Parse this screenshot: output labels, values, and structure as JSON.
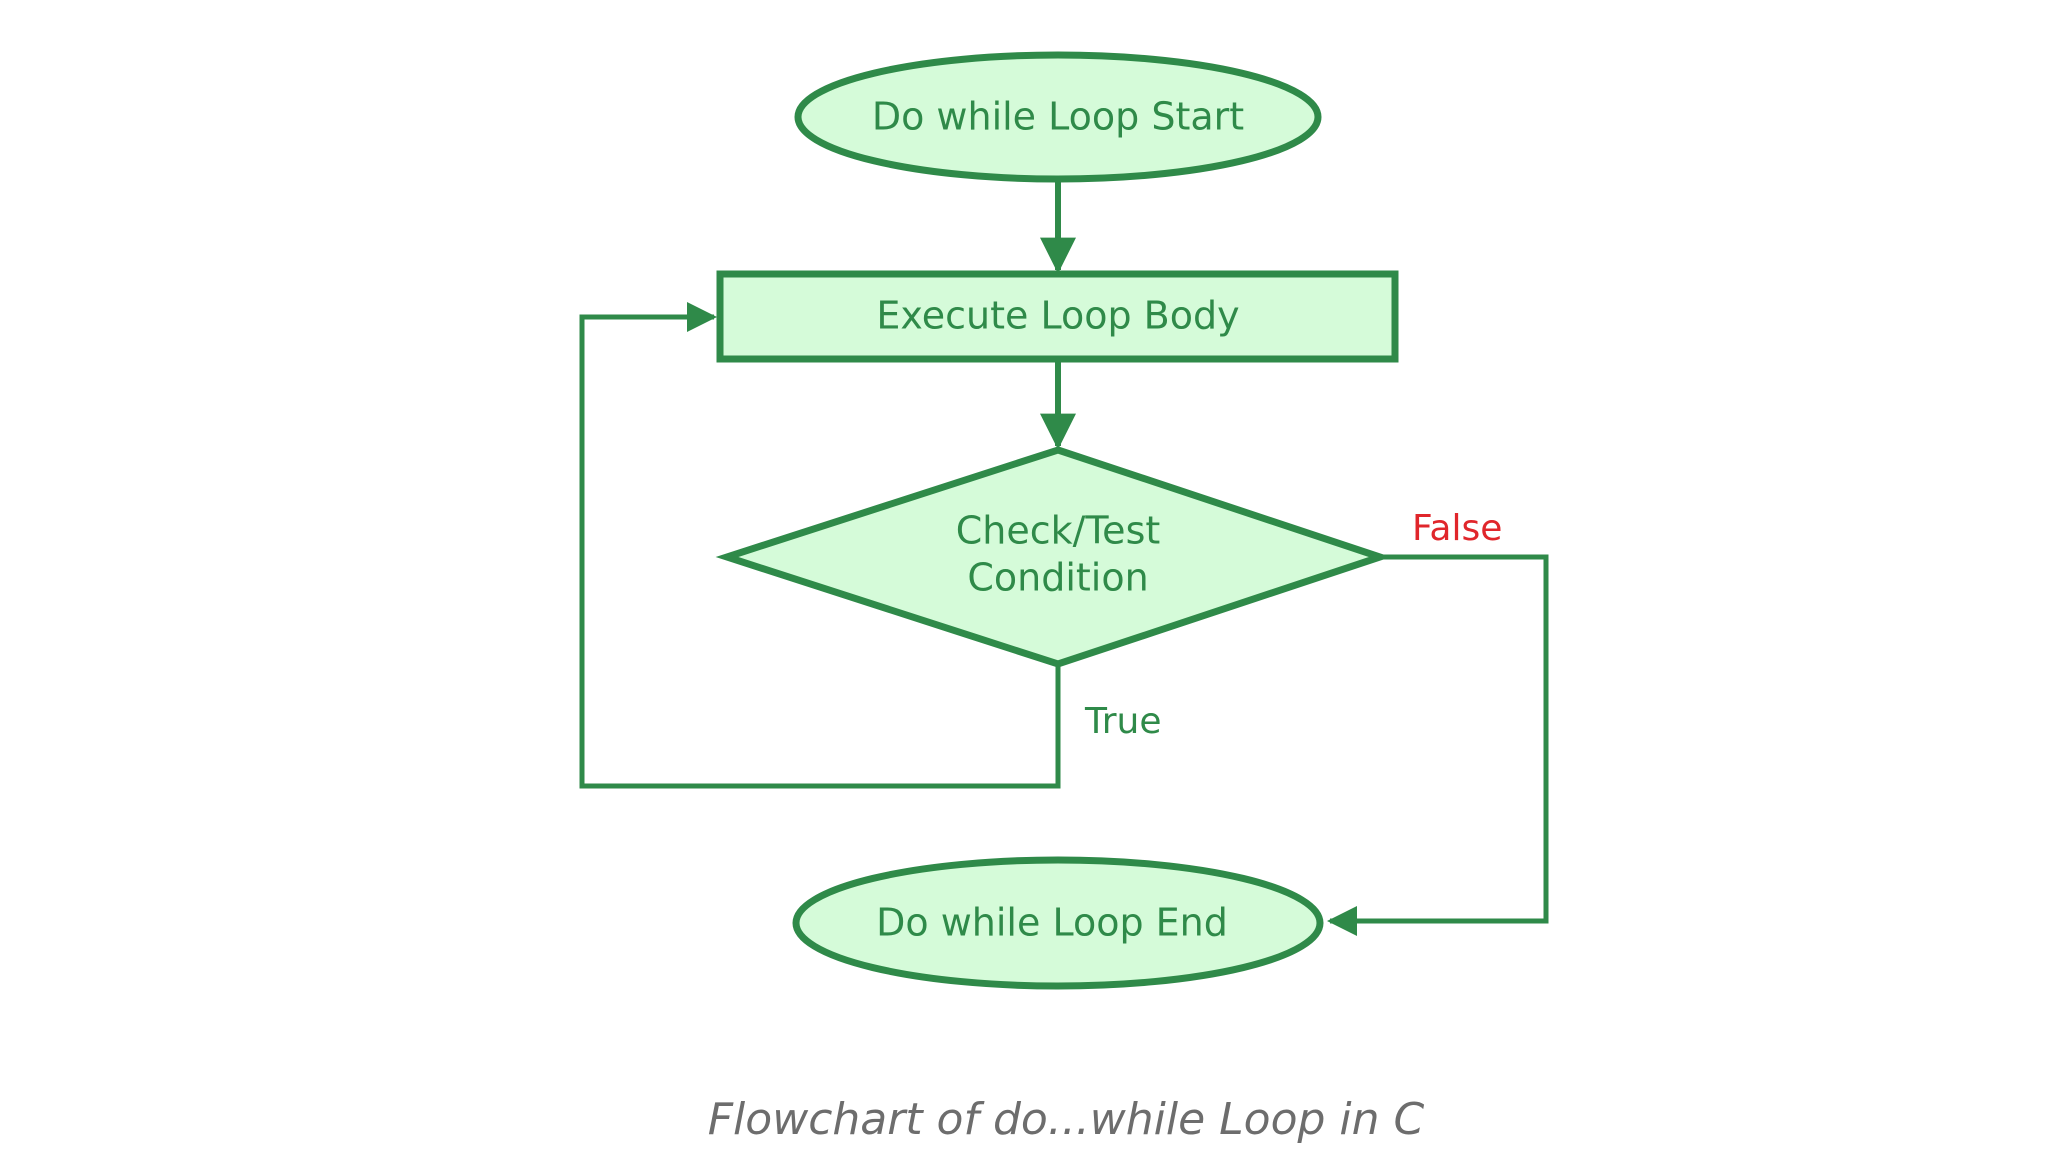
{
  "nodes": {
    "start": "Do while Loop Start",
    "body": "Execute Loop Body",
    "condition_line1": "Check/Test",
    "condition_line2": "Condition",
    "end": "Do while Loop End"
  },
  "edge_labels": {
    "true": "True",
    "false": "False"
  },
  "caption": "Flowchart of do...while Loop in C",
  "colors": {
    "stroke": "#2f8a49",
    "fill": "#d5fbd9",
    "false_label": "#e0262b",
    "caption": "#6d6d6d"
  }
}
